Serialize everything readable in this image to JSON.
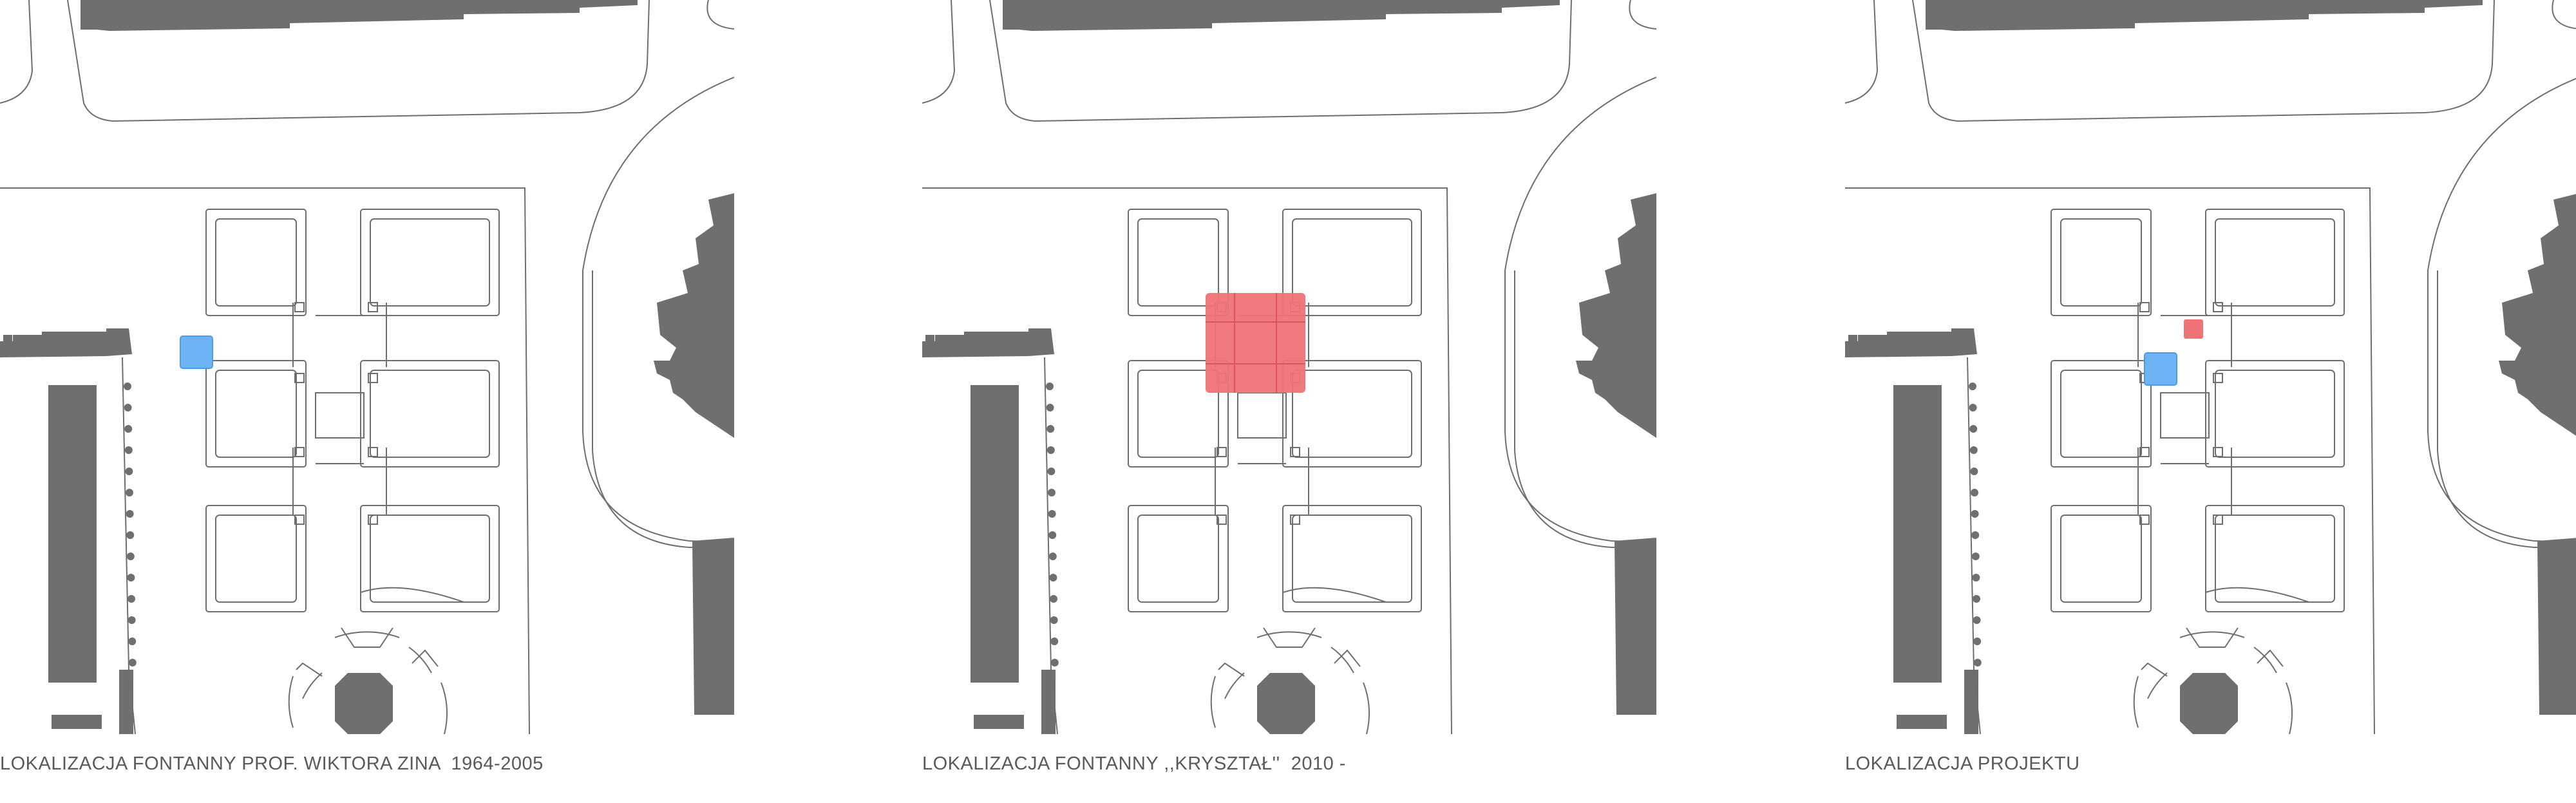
{
  "colors": {
    "building": "#6f6f6f",
    "outline": "#6e6e6e",
    "historic_fountain": "#6fb3f7",
    "crystal_fountain": "#ef7277",
    "caption_text": "#5a5a5a"
  },
  "panels": [
    {
      "caption": "LOKALIZACJA FONTANNY PROF. WIKTORA ZINA  1964-2005",
      "markers": [
        "historic-fountain"
      ]
    },
    {
      "caption": "LOKALIZACJA FONTANNY ,,KRYSZTAŁ''  2010 -",
      "markers": [
        "crystal-fountain"
      ]
    },
    {
      "caption": "LOKALIZACJA PROJEKTU",
      "markers": [
        "historic-fountain",
        "crystal-fountain"
      ]
    }
  ]
}
